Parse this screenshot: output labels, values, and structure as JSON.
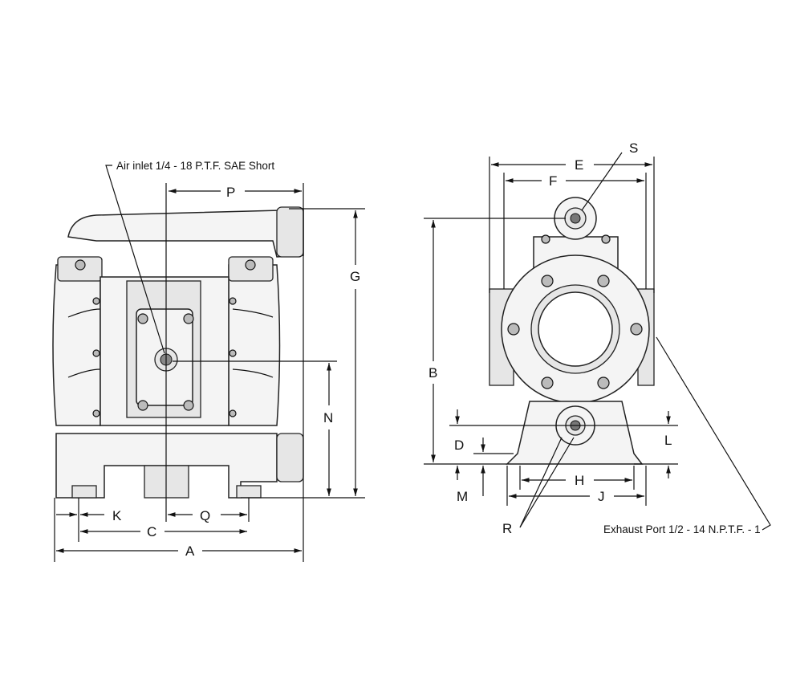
{
  "notes": {
    "air_inlet": "Air inlet 1/4 - 18 P.T.F. SAE Short",
    "exhaust_port": "Exhaust Port 1/2 - 14 N.P.T.F. - 1"
  },
  "dimensions": {
    "A": "A",
    "B": "B",
    "C": "C",
    "D": "D",
    "E": "E",
    "F": "F",
    "G": "G",
    "H": "H",
    "J": "J",
    "K": "K",
    "L": "L",
    "M": "M",
    "N": "N",
    "P": "P",
    "Q": "Q",
    "R": "R",
    "S": "S"
  }
}
